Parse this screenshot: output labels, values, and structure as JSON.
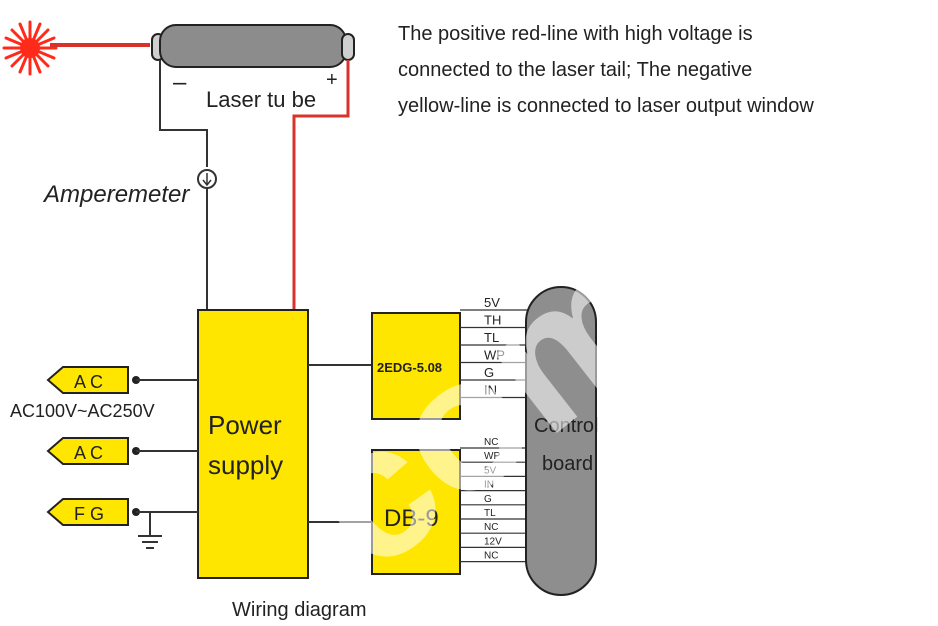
{
  "note": {
    "line1": "The positive red-line with high voltage is",
    "line2": "connected to the laser tail; The negative",
    "line3": "yellow-line is connected to laser output window"
  },
  "laser_tube": {
    "label": "Laser tu be",
    "minus": "–",
    "plus": "+"
  },
  "amperemeter": {
    "label": "Amperemeter"
  },
  "power_supply": {
    "line1": "Power",
    "line2": "supply"
  },
  "ac_input": {
    "terminal1": "A C",
    "terminal2": "A C",
    "range": "AC100V~AC250V",
    "ground": "F G"
  },
  "connector_2edg": {
    "label": "2EDG-5.08",
    "pins": [
      "5V",
      "TH",
      "TL",
      "WP",
      "G",
      "IN"
    ]
  },
  "connector_db9": {
    "label": "DB-9",
    "pins": [
      "NC",
      "WP",
      "5V",
      "IN",
      "G",
      "TL",
      "NC",
      "12V",
      "NC"
    ]
  },
  "control_board": {
    "line1": "Control",
    "line2": "board"
  },
  "caption": "Wiring diagram",
  "watermark": ".com.",
  "colors": {
    "yellow": "#ffe600",
    "red": "#d8322b",
    "tube": "#8c8c8c",
    "board": "#8e8e8e",
    "line": "#333333",
    "laser_burst": "#ff2a1a"
  }
}
